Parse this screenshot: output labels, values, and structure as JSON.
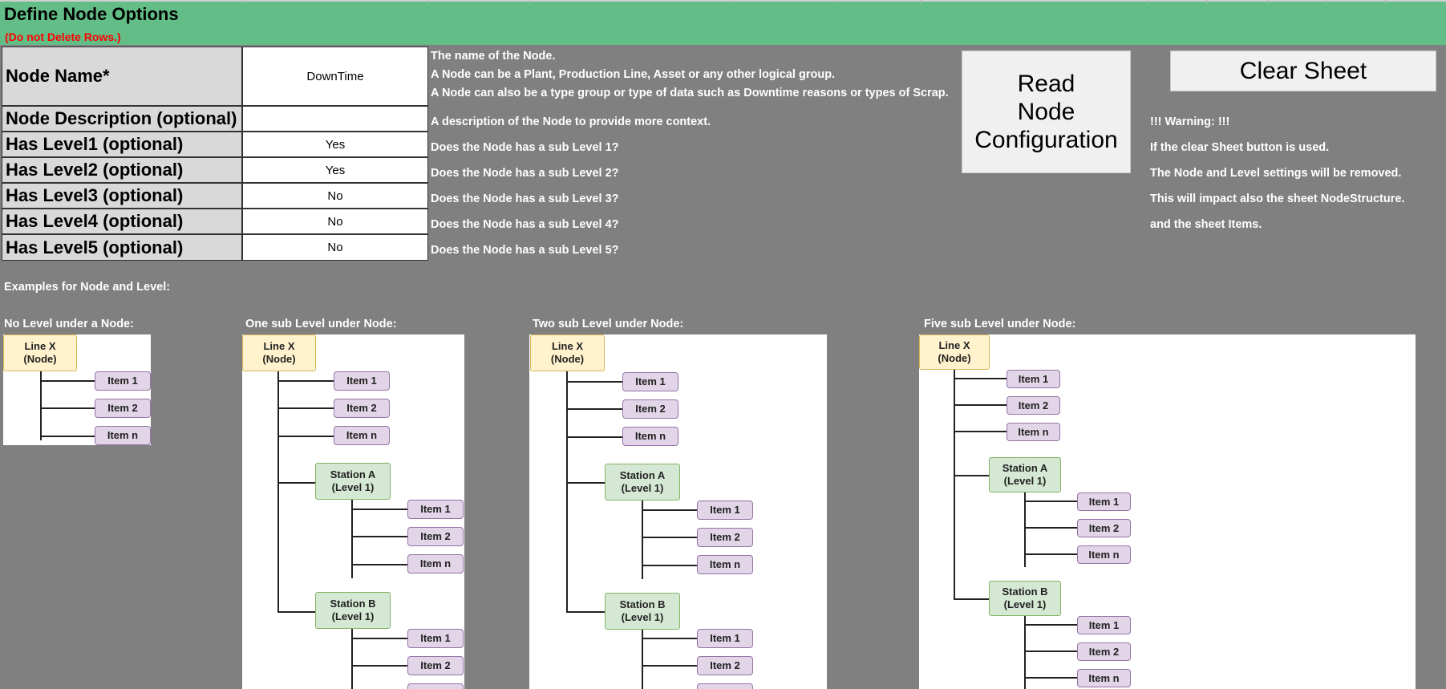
{
  "header": {
    "title": "Define Node Options",
    "subtitle": "(Do not Delete Rows.)"
  },
  "form": {
    "rows": [
      {
        "label": "Node Name*",
        "value": "DownTime"
      },
      {
        "label": "Node Description (optional)",
        "value": ""
      },
      {
        "label": "Has Level1 (optional)",
        "value": "Yes"
      },
      {
        "label": "Has Level2 (optional)",
        "value": "Yes"
      },
      {
        "label": "Has Level3 (optional)",
        "value": "No"
      },
      {
        "label": "Has Level4 (optional)",
        "value": "No"
      },
      {
        "label": "Has Level5 (optional)",
        "value": "No"
      }
    ]
  },
  "descriptions": {
    "name_1": "The name of the Node.",
    "name_2": "A Node can be a Plant, Production Line, Asset or any other logical group.",
    "name_3": "A Node can also be a type group or type of data such as Downtime reasons or types of Scrap.",
    "description": "A description of the Node to provide more context.",
    "level1": "Does the Node has a sub Level 1?",
    "level2": "Does the Node has a sub Level 2?",
    "level3": "Does the Node has a sub Level 3?",
    "level4": "Does the Node has a sub Level 4?",
    "level5": "Does the Node has a sub Level 5?"
  },
  "buttons": {
    "read_line1": "Read",
    "read_line2": "Node",
    "read_line3": "Configuration",
    "clear": "Clear Sheet"
  },
  "warning": {
    "line1": "!!! Warning: !!!",
    "line2": "If the clear Sheet button is used.",
    "line3": "The Node and Level settings will be removed.",
    "line4": "This will impact also the sheet NodeStructure.",
    "line5": "and the sheet Items."
  },
  "examples": {
    "heading": "Examples for Node and Level:",
    "no_level": "No Level under a Node:",
    "one_level": "One sub Level under Node:",
    "two_level": "Two sub Level under Node:",
    "five_level": "Five sub Level under Node:"
  },
  "diagram": {
    "line_x": "Line X",
    "node_tag": "(Node)",
    "item_1": "Item 1",
    "item_2": "Item 2",
    "item_n": "Item n",
    "station_a": "Station A",
    "station_b": "Station B",
    "level1_tag": "(Level 1)"
  },
  "colors": {
    "header_bg": "#62bd87",
    "subtitle": "#ff0000",
    "sheet_bg": "#808080",
    "node_fill": "#fff2cc",
    "station_fill": "#d5e8d4",
    "item_fill": "#e1d5e7"
  }
}
